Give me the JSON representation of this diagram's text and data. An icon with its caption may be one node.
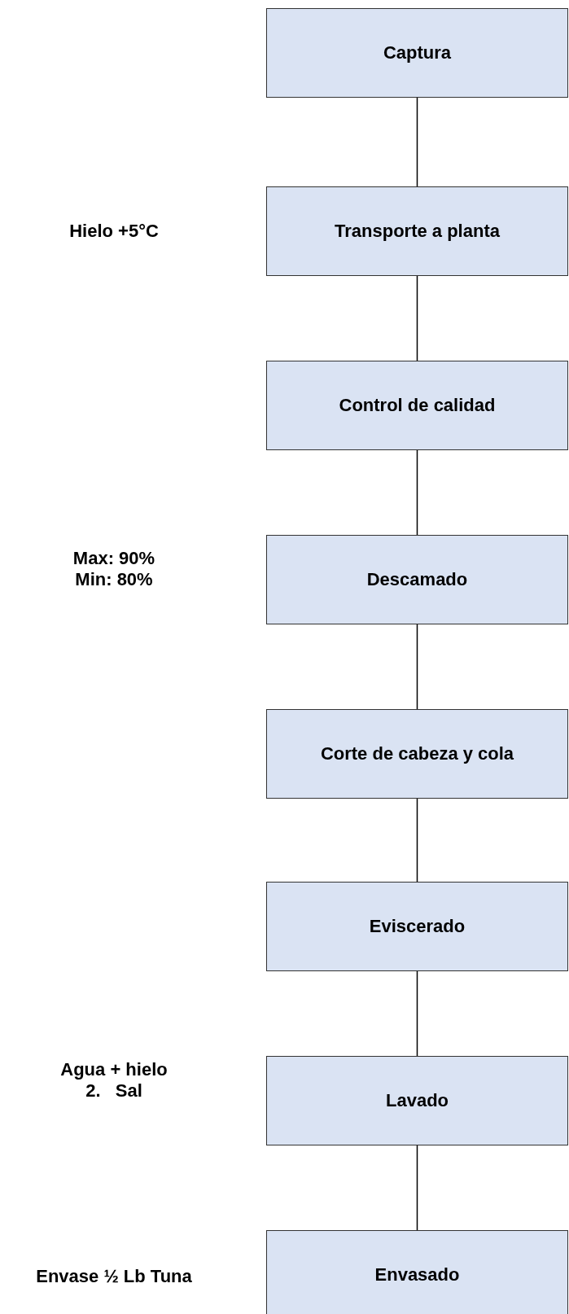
{
  "diagram": {
    "nodes": [
      {
        "text": [
          "Captura"
        ]
      },
      {
        "text": [
          "Transporte a planta"
        ]
      },
      {
        "text": [
          "Control de calidad"
        ]
      },
      {
        "text": [
          "Descamado"
        ]
      },
      {
        "text": [
          "Corte de cabeza y cola"
        ]
      },
      {
        "text": [
          "Eviscerado"
        ]
      },
      {
        "text": [
          "Lavado"
        ]
      },
      {
        "text": [
          "Envasado"
        ]
      }
    ],
    "edges": [
      {
        "from": 0,
        "to": 1,
        "arrow": "none"
      },
      {
        "from": 1,
        "to": 2,
        "arrow": "none"
      },
      {
        "from": 2,
        "to": 3,
        "arrow": "none"
      },
      {
        "from": 3,
        "to": 4,
        "arrow": "none"
      },
      {
        "from": 4,
        "to": 5,
        "arrow": "none"
      },
      {
        "from": 5,
        "to": 6,
        "arrow": "none"
      },
      {
        "from": 6,
        "to": 7,
        "arrow": "none"
      }
    ],
    "labels": [
      "Hielo +5°C",
      "Max: 90%",
      "Min: 80%",
      "Agua + hielo",
      "2.   Sal",
      "Envase ½ Lb Tuna"
    ]
  }
}
